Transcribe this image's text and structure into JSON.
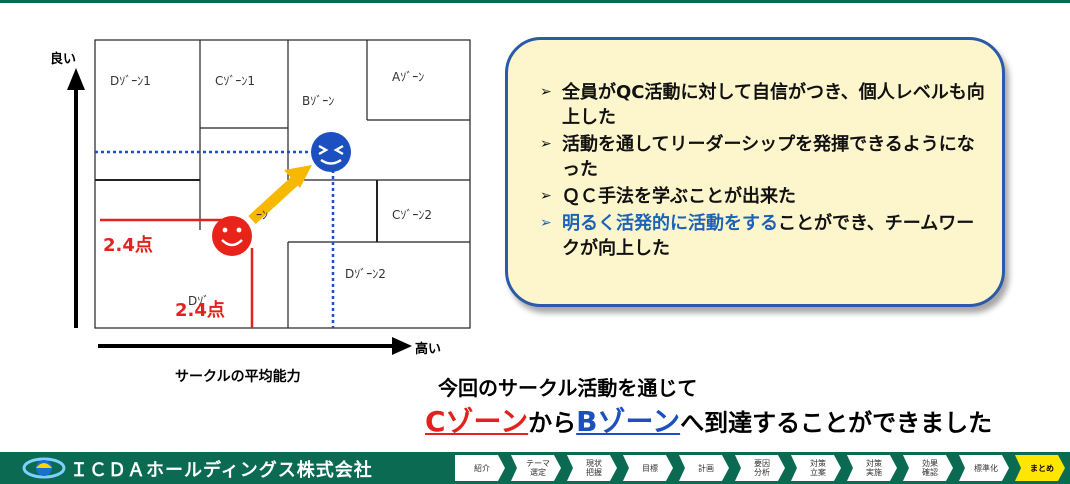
{
  "axis": {
    "y_label": "良い",
    "x_label_high": "高い",
    "x_title": "サークルの平均能力"
  },
  "zones": {
    "d1": "Dｿﾞｰﾝ1",
    "c1": "Cｿﾞｰﾝ1",
    "b": "Bｿﾞｰﾝ",
    "a": "Aｿﾞｰﾝ",
    "c_partial": "ｰﾝ",
    "c2": "Cｿﾞｰﾝ2",
    "d2": "Dｿﾞｰﾝ2",
    "d_partial": "Dｿﾞ"
  },
  "scores": {
    "left": "2.4点",
    "bottom": "2.4点"
  },
  "bullets": [
    {
      "text": "全員がQC活動に対して自信がつき、個人レベルも向上した"
    },
    {
      "text": "活動を通してリーダーシップを発揮できるようになった"
    },
    {
      "text": "ＱＣ手法を学ぶことが出来た"
    },
    {
      "highlight": "明るく活発的に活動をする",
      "rest": "ことができ、チームワークが向上した"
    }
  ],
  "headline": {
    "line1": "今回のサークル活動を通じて",
    "zone_from": "Cゾーン",
    "from_suffix": "から",
    "zone_to": "Bゾーン",
    "to_suffix": "へ到達することができました"
  },
  "footer": {
    "company": "ＩＣＤＡホールディングス株式会社",
    "steps": [
      "紹介",
      "テーマ\n選定",
      "現状\n把握",
      "目標",
      "計画",
      "要因\n分析",
      "対策\n立案",
      "対策\n実施",
      "効果\n確認",
      "標準化",
      "まとめ"
    ],
    "active_step": "まとめ"
  },
  "colors": {
    "brand_green": "#0b6a52",
    "red": "#e3221b",
    "blue": "#1c4fbf",
    "arrow_yellow": "#f6b800",
    "bubble_fill": "#fdf6cc",
    "bubble_border": "#2a5aa8"
  }
}
